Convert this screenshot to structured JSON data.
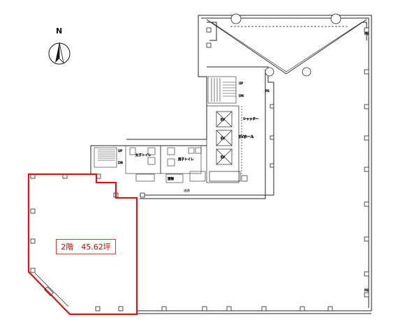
{
  "compass": {
    "north_letter": "N"
  },
  "floor_area_label": "2階　45.62坪",
  "rooms": {
    "elevator_label": "EV",
    "elevator_hall": "EVホール",
    "shutter": "シャッター",
    "corridor": "通路",
    "up": "UP",
    "dn": "DN",
    "ps": "PS",
    "ladies_wc": "女子トイレ",
    "mens_wc": "男子トイレ",
    "cleaning": "清掃"
  },
  "colors": {
    "highlight_outline": "#d01818",
    "window_cyan": "#3ecfe0",
    "wall": "#222222"
  }
}
